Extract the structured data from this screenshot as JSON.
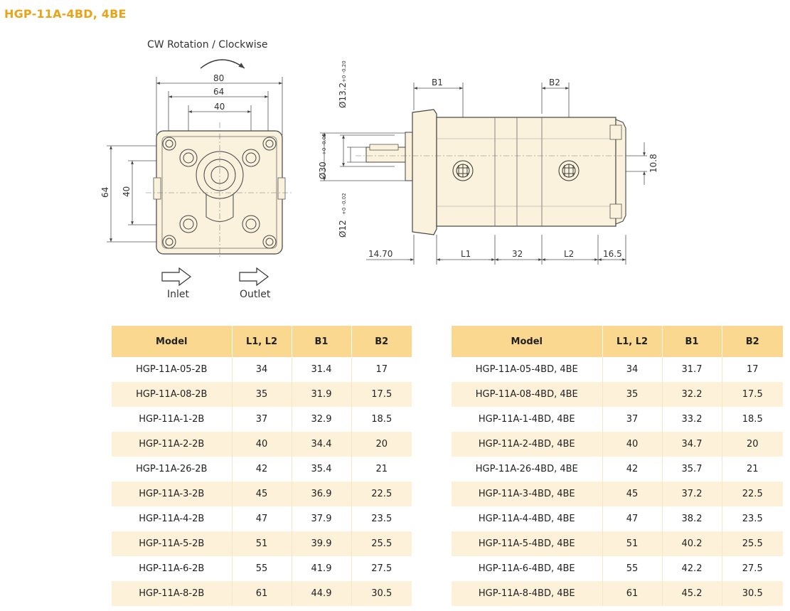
{
  "title": "HGP-11A-4BD, 4BE",
  "front_view": {
    "rotation_label": "CW Rotation / Clockwise",
    "dim_width_outer": "80",
    "dim_width_mid": "64",
    "dim_width_inner": "40",
    "dim_height_outer": "64",
    "dim_height_inner": "40",
    "inlet_label": "Inlet",
    "outlet_label": "Outlet"
  },
  "side_view": {
    "dim_shaft_dia": "Ø13.2",
    "dim_shaft_tol": "+0 -0.20",
    "dim_pilot_dia": "Ø30",
    "dim_pilot_tol": "+0 -0.05",
    "dim_key_dia": "Ø12",
    "dim_key_tol": "+0 -0.02",
    "dim_b1": "B1",
    "dim_b2": "B2",
    "dim_port_offset": "10.8",
    "dim_shaft_len": "14.70",
    "dim_l1": "L1",
    "dim_mid": "32",
    "dim_l2": "L2",
    "dim_end": "16.5"
  },
  "tables": [
    {
      "headers": [
        "Model",
        "L1, L2",
        "B1",
        "B2"
      ],
      "rows": [
        [
          "HGP-11A-05-2B",
          "34",
          "31.4",
          "17"
        ],
        [
          "HGP-11A-08-2B",
          "35",
          "31.9",
          "17.5"
        ],
        [
          "HGP-11A-1-2B",
          "37",
          "32.9",
          "18.5"
        ],
        [
          "HGP-11A-2-2B",
          "40",
          "34.4",
          "20"
        ],
        [
          "HGP-11A-26-2B",
          "42",
          "35.4",
          "21"
        ],
        [
          "HGP-11A-3-2B",
          "45",
          "36.9",
          "22.5"
        ],
        [
          "HGP-11A-4-2B",
          "47",
          "37.9",
          "23.5"
        ],
        [
          "HGP-11A-5-2B",
          "51",
          "39.9",
          "25.5"
        ],
        [
          "HGP-11A-6-2B",
          "55",
          "41.9",
          "27.5"
        ],
        [
          "HGP-11A-8-2B",
          "61",
          "44.9",
          "30.5"
        ]
      ]
    },
    {
      "headers": [
        "Model",
        "L1, L2",
        "B1",
        "B2"
      ],
      "rows": [
        [
          "HGP-11A-05-4BD, 4BE",
          "34",
          "31.7",
          "17"
        ],
        [
          "HGP-11A-08-4BD, 4BE",
          "35",
          "32.2",
          "17.5"
        ],
        [
          "HGP-11A-1-4BD, 4BE",
          "37",
          "33.2",
          "18.5"
        ],
        [
          "HGP-11A-2-4BD, 4BE",
          "40",
          "34.7",
          "20"
        ],
        [
          "HGP-11A-26-4BD, 4BE",
          "42",
          "35.7",
          "21"
        ],
        [
          "HGP-11A-3-4BD, 4BE",
          "45",
          "37.2",
          "22.5"
        ],
        [
          "HGP-11A-4-4BD, 4BE",
          "47",
          "38.2",
          "23.5"
        ],
        [
          "HGP-11A-5-4BD, 4BE",
          "51",
          "40.2",
          "25.5"
        ],
        [
          "HGP-11A-6-4BD, 4BE",
          "55",
          "42.2",
          "27.5"
        ],
        [
          "HGP-11A-8-4BD, 4BE",
          "61",
          "45.2",
          "30.5"
        ]
      ]
    }
  ]
}
